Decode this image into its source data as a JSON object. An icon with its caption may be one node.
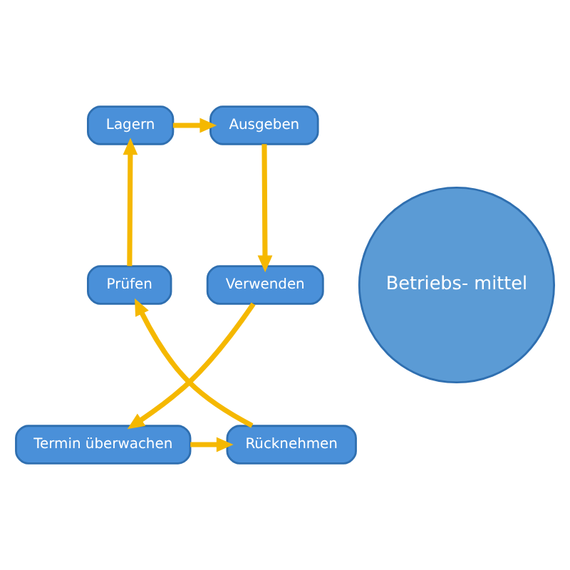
{
  "diagram": {
    "nodes": [
      {
        "text": [
          "Betriebs- mittel"
        ]
      },
      {
        "text": [
          "Lagern"
        ]
      },
      {
        "text": [
          "Ausgeben"
        ]
      },
      {
        "text": [
          "Verwenden"
        ]
      },
      {
        "text": [
          "Termin überwachen"
        ]
      },
      {
        "text": [
          "Rücknehmen"
        ]
      },
      {
        "text": [
          "Prüfen"
        ]
      }
    ],
    "edges": [
      {
        "from": 1,
        "to": 2,
        "arrow": "to"
      },
      {
        "from": 2,
        "to": 3,
        "arrow": "to"
      },
      {
        "from": 3,
        "to": 4,
        "arrow": "to"
      },
      {
        "from": 4,
        "to": 5,
        "arrow": "to"
      },
      {
        "from": 5,
        "to": 6,
        "arrow": "to"
      },
      {
        "from": 6,
        "to": 1,
        "arrow": "to"
      }
    ]
  }
}
